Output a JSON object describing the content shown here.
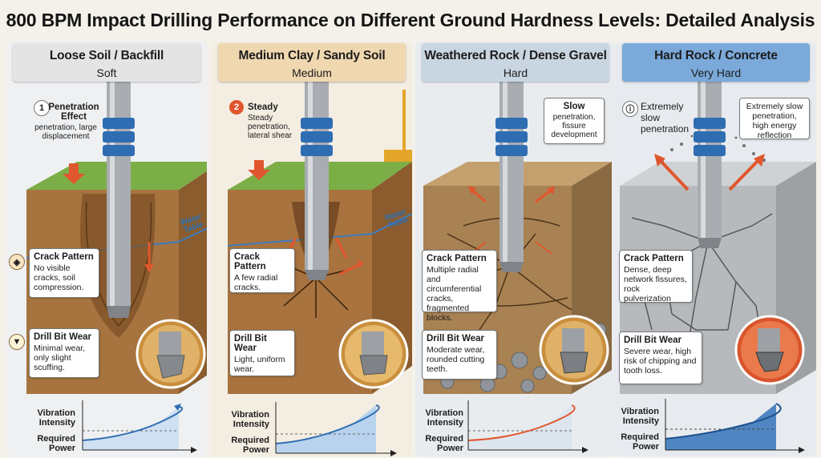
{
  "title": "800 BPM Impact Drilling Performance on Different Ground Hardness Levels: Detailed Analysis",
  "colors": {
    "header_soft": "#e4e4e4",
    "header_medium": "#efd7b0",
    "header_hard": "#c9d6e2",
    "header_very_hard": "#7aa9da",
    "arrow": "#e0562e",
    "pipe_blue": "#2f6db3"
  },
  "graph_labels": {
    "vibration": "Vibration Intensity",
    "power": "Required Power"
  },
  "panels": [
    {
      "header": "Loose Soil / Backfill",
      "hardness": "Soft",
      "effect_number": "1",
      "effect_title": "Penetration Effect",
      "effect_text": "penetration, large displacement",
      "water_table": "Water Table",
      "crack_title": "Crack Pattern",
      "crack_text": "No visible cracks, soil compression.",
      "wear_title": "Drill Bit Wear",
      "wear_text": "Minimal wear, only slight scuffing.",
      "crack_icon": "soil-icon",
      "wear_icon": "tooth-icon"
    },
    {
      "header": "Medium Clay / Sandy Soil",
      "hardness": "Medium",
      "effect_number": "2",
      "effect_title": "Steady",
      "effect_text": "Steady penetration, lateral shear",
      "water_table": "Water Table",
      "crack_title": "Crack Pattern",
      "crack_text": "A few radial cracks.",
      "wear_title": "Drill Bit Wear",
      "wear_text": "Light, uniform wear."
    },
    {
      "header": "Weathered Rock / Dense Gravel",
      "hardness": "Hard",
      "effect_title": "Slow",
      "effect_text": "penetration, fissure development",
      "crack_title": "Crack Pattern",
      "crack_text": "Multiple radial and circumferential cracks, fragmented blocks.",
      "wear_title": "Drill Bit Wear",
      "wear_text": "Moderate wear, rounded cutting teeth."
    },
    {
      "header": "Hard Rock / Concrete",
      "hardness": "Very Hard",
      "effect_title": "Extremely slow penetration",
      "effect_text": "Extremely slow penetration, high energy reflection",
      "crack_title": "Crack Pattern",
      "crack_text": "Dense, deep network fissures, rock pulverization",
      "wear_title": "Drill Bit Wear",
      "wear_text": "Severe wear, high risk of chipping and tooth loss."
    }
  ]
}
